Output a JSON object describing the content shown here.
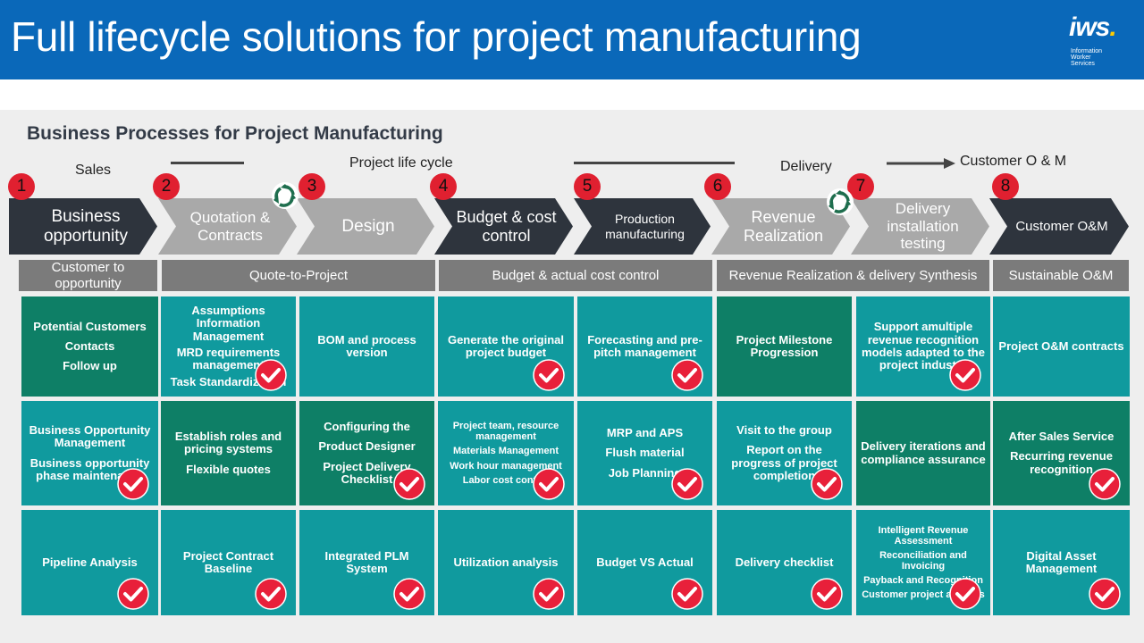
{
  "title": "Full lifecycle solutions for project manufacturing",
  "logo": {
    "mark_a": "iws",
    "mark_dot": ".",
    "sub_lines": [
      "Information",
      "Worker",
      "Services"
    ]
  },
  "subtitle": "Business Processes for Project Manufacturing",
  "phase_labels": {
    "sales": "Sales",
    "lifecycle": "Project life cycle",
    "delivery": "Delivery",
    "customer_om": "Customer  O & M"
  },
  "steps": [
    {
      "num": "1",
      "label": "Business opportunity"
    },
    {
      "num": "2",
      "label": "Quotation & Contracts"
    },
    {
      "num": "3",
      "label": "Design"
    },
    {
      "num": "4",
      "label": "Budget & cost control"
    },
    {
      "num": "5",
      "label": "Production manufacturing"
    },
    {
      "num": "6",
      "label": "Revenue Realization"
    },
    {
      "num": "7",
      "label": "Delivery installation testing"
    },
    {
      "num": "8",
      "label": "Customer O&M"
    }
  ],
  "categories": [
    "Customer to opportunity",
    "Quote-to-Project",
    "Budget & actual cost control",
    "Revenue Realization & delivery Synthesis",
    "Sustainable O&M"
  ],
  "grid": [
    [
      {
        "lines": [
          "Potential Customers",
          "Contacts",
          "Follow up"
        ],
        "checked": false
      },
      {
        "lines": [
          "Assumptions Information Management",
          "MRD requirements management",
          "Task Standardization"
        ],
        "checked": true
      },
      {
        "lines": [
          "BOM and process version"
        ],
        "checked": false
      },
      {
        "lines": [
          "Generate the original project budget"
        ],
        "checked": true
      },
      {
        "lines": [
          "Forecasting and pre-pitch management"
        ],
        "checked": true
      },
      {
        "lines": [
          "Project Milestone Progression"
        ],
        "checked": false
      },
      {
        "lines": [
          "Support amultiple revenue recognition models adapted to the project industry"
        ],
        "checked": true
      },
      {
        "lines": [
          "Project O&M contracts"
        ],
        "checked": false
      }
    ],
    [
      {
        "lines": [
          "Business Opportunity Management",
          "Business opportunity phase maintenance"
        ],
        "checked": true
      },
      {
        "lines": [
          "Establish roles and pricing systems",
          "Flexible quotes"
        ],
        "checked": false
      },
      {
        "lines": [
          "Configuring the",
          "Product Designer",
          "Project Delivery Checklist"
        ],
        "checked": true
      },
      {
        "lines": [
          "Project team, resource management",
          "Materials Management",
          "Work hour management",
          "Labor cost control"
        ],
        "checked": true
      },
      {
        "lines": [
          "MRP and APS",
          "Flush material",
          "Job Planning"
        ],
        "checked": true
      },
      {
        "lines": [
          "Visit to the group",
          "Report on the progress of project completion"
        ],
        "checked": true
      },
      {
        "lines": [
          "Delivery iterations and compliance assurance"
        ],
        "checked": false
      },
      {
        "lines": [
          "After Sales Service",
          "Recurring revenue recognition"
        ],
        "checked": true
      }
    ],
    [
      {
        "lines": [
          "Pipeline Analysis"
        ],
        "checked": true
      },
      {
        "lines": [
          "Project Contract Baseline"
        ],
        "checked": true
      },
      {
        "lines": [
          "Integrated PLM System"
        ],
        "checked": true
      },
      {
        "lines": [
          "Utilization analysis"
        ],
        "checked": true
      },
      {
        "lines": [
          "Budget VS Actual"
        ],
        "checked": true
      },
      {
        "lines": [
          "Delivery checklist"
        ],
        "checked": true
      },
      {
        "lines": [
          "Intelligent Revenue Assessment",
          "Reconciliation and Invoicing",
          "Payback and Recognition",
          "Customer project analysis"
        ],
        "checked": true
      },
      {
        "lines": [
          "Digital Asset Management"
        ],
        "checked": true
      }
    ]
  ],
  "colors": {
    "header_blue": "#0a68b9",
    "teal": "#109a9e",
    "green": "#0e7f66",
    "chevron_dark": "#2e343d",
    "chevron_light": "#a9a9a9",
    "category_gray": "#7b7b7b",
    "step_red": "#e02030",
    "recycle_green": "#1f6e4e"
  }
}
